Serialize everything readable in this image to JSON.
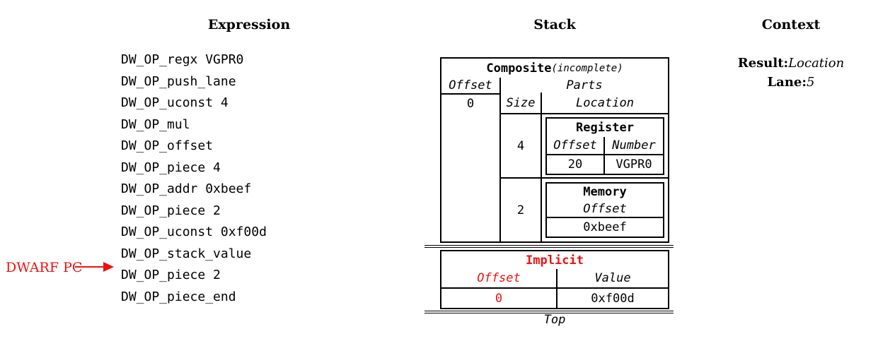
{
  "headers": {
    "expression": "Expression",
    "stack": "Stack",
    "context": "Context"
  },
  "expression": {
    "items": [
      "DW_OP_regx VGPR0",
      "DW_OP_push_lane",
      "DW_OP_uconst 4",
      "DW_OP_mul",
      "DW_OP_offset",
      "DW_OP_piece 4",
      "DW_OP_addr 0xbeef",
      "DW_OP_piece 2",
      "DW_OP_uconst 0xf00d",
      "DW_OP_stack_value",
      "DW_OP_piece 2",
      "DW_OP_piece_end"
    ]
  },
  "dwarf_pc": {
    "label": "DWARF PC"
  },
  "stack": {
    "composite": {
      "title": "Composite",
      "subtitle": "(incomplete)",
      "offset_header": "Offset",
      "offset_value": "0",
      "parts_header": "Parts",
      "size_header": "Size",
      "location_header": "Location",
      "parts": [
        {
          "size": "4",
          "location": {
            "type": "Register",
            "col1_header": "Offset",
            "col2_header": "Number",
            "col1_value": "20",
            "col2_value": "VGPR0"
          }
        },
        {
          "size": "2",
          "location": {
            "type": "Memory",
            "col1_header": "Offset",
            "col1_value": "0xbeef"
          }
        }
      ]
    },
    "implicit": {
      "title": "Implicit",
      "offset_header": "Offset",
      "value_header": "Value",
      "offset_value": "0",
      "value_value": "0xf00d"
    },
    "top_label": "Top"
  },
  "context": {
    "result_label": "Result:",
    "result_value": "Location",
    "lane_label": "Lane:",
    "lane_value": "5"
  },
  "colors": {
    "accent_red": "#ee1111",
    "border": "#000000",
    "text": "#000000",
    "background": "#ffffff"
  }
}
